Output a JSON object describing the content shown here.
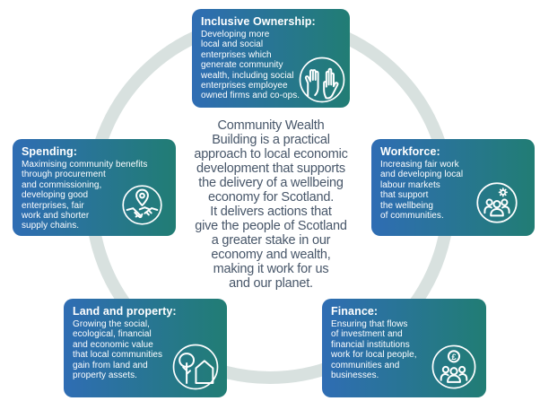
{
  "center": {
    "text": "Community Wealth\nBuilding is a practical\napproach to local economic\ndevelopment that supports\nthe delivery of a wellbeing\neconomy for Scotland.\nIt delivers actions that\ngive the people of Scotland\na greater stake in our\neconomy and wealth,\nmaking it work for us\nand our planet."
  },
  "boxes": [
    {
      "id": "inclusive-ownership",
      "title": "Inclusive Ownership:",
      "body": "Developing more\nlocal and social\nenterprises which\ngenerate community\nwealth, including social\nenterprises employee\nowned firms and co-ops.",
      "icon": "raised-hands-icon"
    },
    {
      "id": "spending",
      "title": "Spending:",
      "body": "Maximising community benefits\nthrough procurement\nand commissioning,\ndeveloping good\nenterprises, fair\nwork and shorter\nsupply chains.",
      "icon": "handshake-pin-icon"
    },
    {
      "id": "workforce",
      "title": "Workforce:",
      "body": "Increasing fair work\nand developing local\nlabour markets\nthat support\nthe wellbeing\nof communities.",
      "icon": "team-gear-icon"
    },
    {
      "id": "land-and-property",
      "title": "Land and property:",
      "body": "Growing the social,\necological, financial\nand economic value\nthat local communities\ngain from land and\nproperty assets.",
      "icon": "house-tree-icon"
    },
    {
      "id": "finance",
      "title": "Finance:",
      "body": "Ensuring that flows\nof investment and\nfinancial institutions\nwork for local people,\ncommunities and\nbusinesses.",
      "icon": "people-pound-icon"
    }
  ],
  "icons": {
    "finance_coin_symbol": "£"
  },
  "colors": {
    "box_gradient_start": "#2f6db4",
    "box_gradient_end": "#217d74",
    "ring": "#d8e1df",
    "center_text": "#475669",
    "card_text": "#ffffff"
  }
}
